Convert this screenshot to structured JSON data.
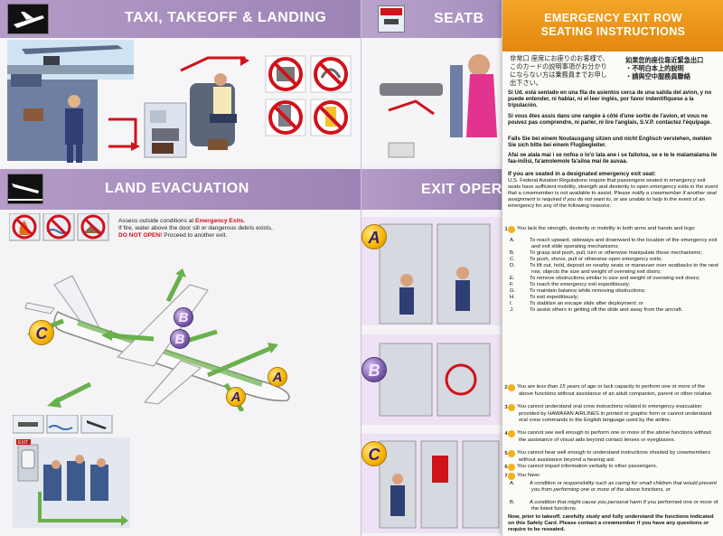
{
  "panel_left": {
    "taxi_title": "TAXI, TAKEOFF & LANDING",
    "land_title": "LAND EVACUATION",
    "assess_pre": "Assess outside conditions at ",
    "assess_em": "Emergency Exits.",
    "assess_mid": "If fire, water above the door sill or dangerous debris exists,",
    "assess_dont": "DO NOT OPEN!",
    "assess_post": " Proceed to another exit.",
    "path_labels": [
      "A",
      "A",
      "B",
      "B",
      "C"
    ],
    "exit_label": "EXIT"
  },
  "panel_middle": {
    "seat_title": "SEATB",
    "exit_title": "EXIT OPER",
    "rows": [
      "A",
      "B",
      "C"
    ]
  },
  "card": {
    "banner_line1": "EMERGENCY EXIT ROW",
    "banner_line2": "SEATING INSTRUCTIONS",
    "jp_text": "非常口 座席にお座りのお客様で、\nこのカードの説明事項がお分かり\nにならない方は乗務員までお申し\n出下さい。",
    "zh_text": "如果您的座位靠近緊急出口\n・不明白本上的說明\n・請與空中服務員聯絡",
    "es": "Si Ud. está sentado en una fila de asientos cerca de una salida del avion, y no puede entender, ni hablar, ni el leer inglés, por favor indentifiquese a la tripulación.",
    "fr": "Si vous êtes assis dans une rangée à côté d'une sortie de l'avion, et vous ne pouvez pas comprendre, ni parler, ni lire l'anglais, S.V.P. contactez l'équipage.",
    "de": "Falls Sie bei einem Noutausgang sitzen und nicht Englisch verstehen, melden Sie sich bitte bei einem Flugbegleiter.",
    "sm": "Afai oe alala mai i se nofoa o lo'o lata ane i se faitotoa, se e te le malamalama ile faa-inilisi, fa'amolemole fa'ailoa mai ile auvaa.",
    "heading": "If you are seated in a designated emergency exit seat:",
    "intro_pre": "U.S. Federal Aviation Regulations require that passengers seated in emergency exit seats have sufficient mobility, strength and dexterity to open emergency exits in the event that a crewmember is not available to assist.  Please ",
    "intro_it": "notify a crewmember if another seat assignment is required if you do not want to, or are unable to help",
    "intro_post": " in the event of an emergency for any of the following reasons:",
    "item1": "You lack the strength, dexterity or mobility in both arms and hands and legs:",
    "sub_items": [
      {
        "k": "A.",
        "t": "To reach upward, sideways and downward to the location of the emergency exit and exit slide operating mechanisms;"
      },
      {
        "k": "B.",
        "t": "To grasp and push, pull, turn or otherwise manipulate those mechanisms;"
      },
      {
        "k": "C.",
        "t": "To push, shove, pull or otherwise open emergency exits;"
      },
      {
        "k": "D.",
        "t": "To lift out, hold, deposit on nearby seats or maneuver over seatbacks to the next row, objects the size and weight of overwing exit doors;"
      },
      {
        "k": "E.",
        "t": "To remove obstructions similar in size and weight of overwing exit doors;"
      },
      {
        "k": "F.",
        "t": "To reach the emergency exit expeditiously;"
      },
      {
        "k": "G.",
        "t": "To maintain balance while removing obstructions;"
      },
      {
        "k": "H.",
        "t": "To exit expeditiously;"
      },
      {
        "k": "I.",
        "t": "To stabilize an escape slide after deployment; or"
      },
      {
        "k": "J.",
        "t": "To assist others in getting off the slide and away from the aircraft."
      }
    ],
    "item2_pre": "You are ",
    "item2_it": "less than 15 years of age",
    "item2_post": " or lack capacity to perform one or more of the above functions without assistance of an adult companion, parent or other relative.",
    "item3": "You cannot understand oral crew instructions related to emergency evacuation provided by HAWAIIAN AIRLINES in printed or graphic form or cannot understand oral crew commands in the English language used by the airline.",
    "item4": "You cannot see well enough to perform one or more of the above functions without the assistance of visual aids beyond contact lenses or eyeglasses.",
    "item5": "You cannot hear well enough to understand instructions shouted by crewmembers without assistance beyond a hearing aid.",
    "item6": "You cannot impart information verbally to other passengers.",
    "item7": "You have:",
    "have_a_pre": "A condition or ",
    "have_a_it": "responsibility such as caring for small children that would prevent you from performing one or more of the above functions, or",
    "have_b_it": "A condition that might cause you personal harm",
    "have_b_post": " if you performed one or more of the listed functions.",
    "closing": "Now, prior to takeoff, carefully study and fully understand the functions indicated on this Safety Card.  Please contact a crewmember if you have any questions or require to be reseated.",
    "nums": [
      "1",
      "2",
      "3",
      "4",
      "5",
      "6",
      "7"
    ],
    "have_keys": [
      "A.",
      "B."
    ]
  },
  "colors": {
    "band_purple": "#a48cc0",
    "banner_orange": "#ee9a1c",
    "slide_green": "#6ab04c",
    "warning_red": "#d0121b",
    "letter_yellow": "#f5b400"
  }
}
